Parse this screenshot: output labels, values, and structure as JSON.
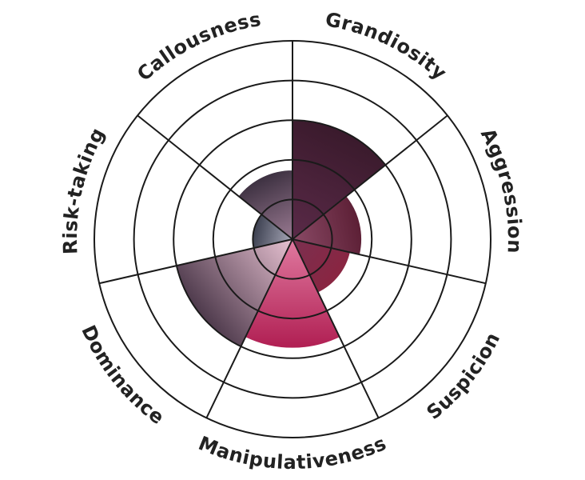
{
  "chart_data": {
    "type": "polar-area",
    "title": "",
    "categories": [
      "Grandiosity",
      "Aggression",
      "Suspicion",
      "Manipulativeness",
      "Dominance",
      "Risk-taking",
      "Callousness"
    ],
    "values": [
      3,
      1.75,
      1.5,
      2.75,
      3,
      1,
      1.75
    ],
    "rmax": 5,
    "ring_count": 5,
    "grid": true,
    "legend": "none",
    "colors": {
      "Grandiosity": [
        "#5a2a48",
        "#3a1a2c"
      ],
      "Aggression": [
        "#8a4a66",
        "#5c1f35"
      ],
      "Suspicion": [
        "#7a3050",
        "#8a2541"
      ],
      "Manipulativeness": [
        "#e07aa0",
        "#b01e52"
      ],
      "Dominance": [
        "#e8c2d2",
        "#4e3a4c"
      ],
      "Risk-taking": [
        "#a8a8b8",
        "#3c4050"
      ],
      "Callousness": [
        "#9a7a92",
        "#3c3040"
      ]
    }
  }
}
